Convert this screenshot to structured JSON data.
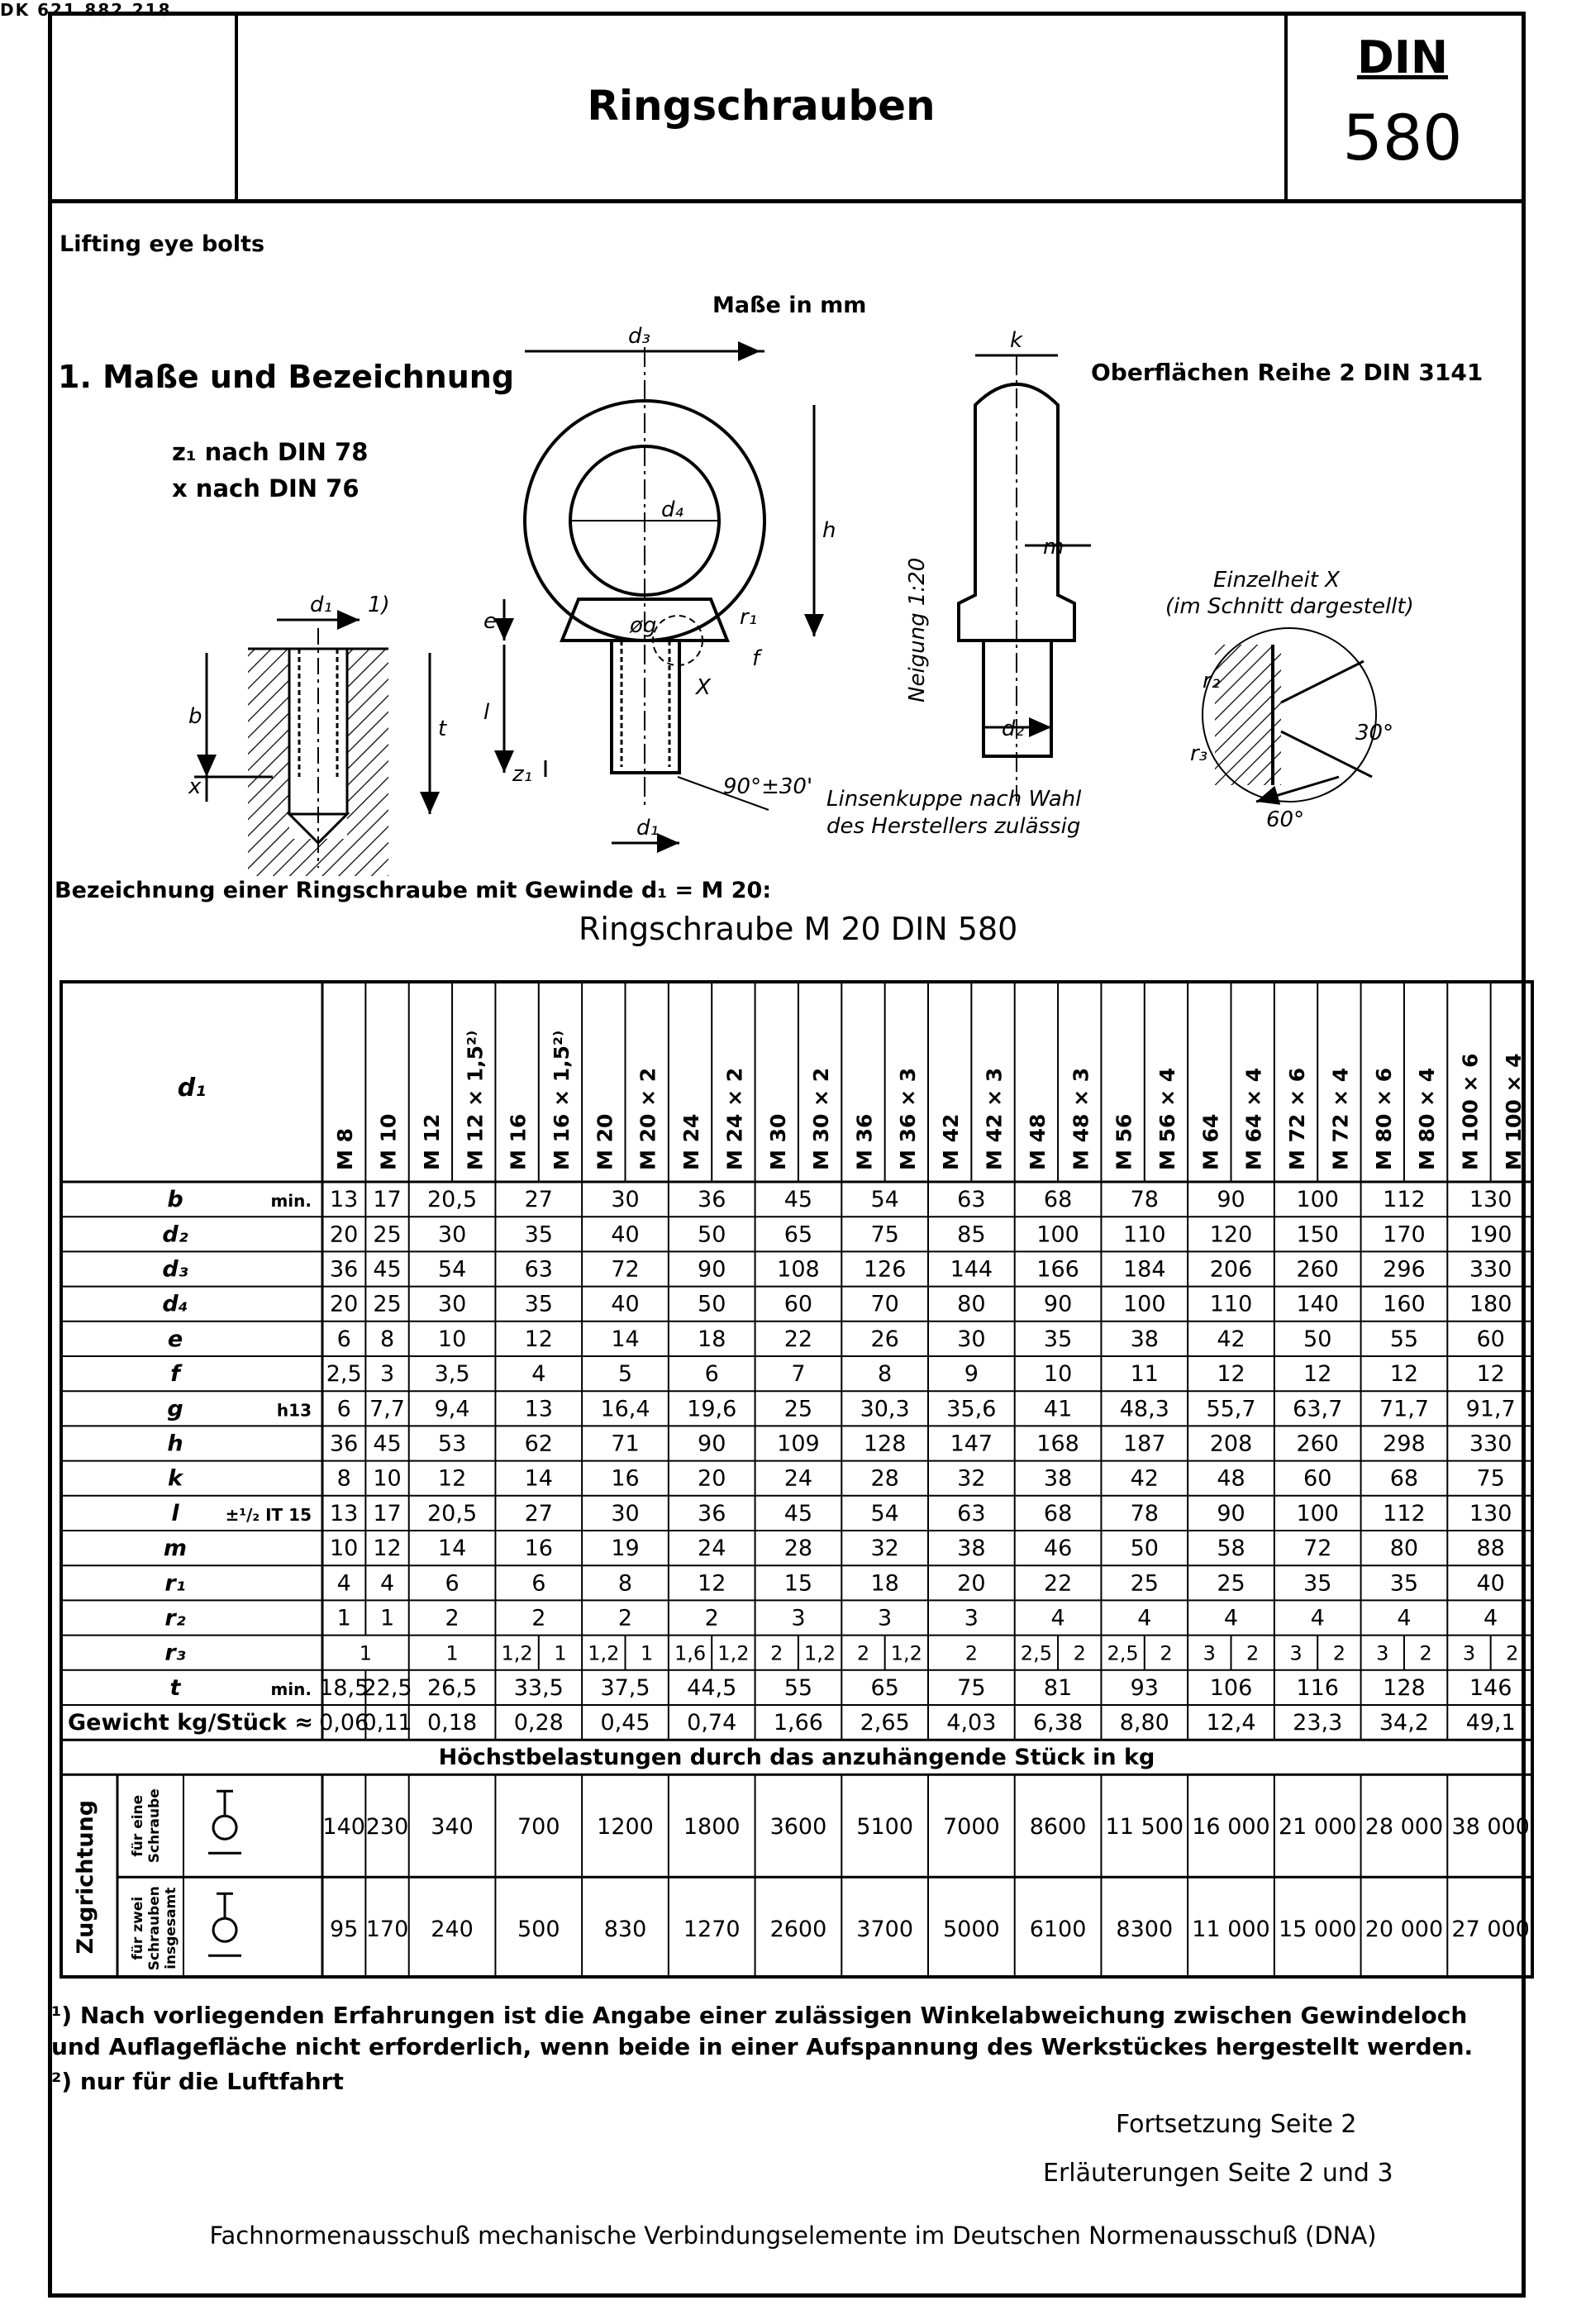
{
  "page_top_label": "DK 621.882.218",
  "header": {
    "title": "Ringschrauben",
    "din_label": "DIN",
    "din_number": "580"
  },
  "subtitle": "Lifting eye bolts",
  "units": "Maße in mm",
  "section": {
    "title": "1. Maße und Bezeichnung",
    "z1_note": "z₁ nach DIN 78",
    "x_note": "x nach DIN 76"
  },
  "surface_note": "Oberflächen Reihe 2 DIN 3141",
  "drawing": {
    "d3": "d₃",
    "d4": "d₄",
    "d1": "d₁",
    "d2": "d₂",
    "h": "h",
    "e": "e",
    "l": "l",
    "z1": "z₁",
    "g": "øg",
    "r1": "r₁",
    "f": "f",
    "X": "X",
    "k": "k",
    "m": "m",
    "b": "b",
    "t": "t",
    "x": "x",
    "footnote_mark": "1)",
    "chamfer": "90°±30'",
    "slope": "Neigung 1:20",
    "lens_note_1": "Linsenkuppe nach Wahl",
    "lens_note_2": "des Herstellers zulässig",
    "detail_title": "Einzelheit X",
    "detail_sub": "(im Schnitt dargestellt)",
    "detail_r2": "r₂",
    "detail_r3": "r₃",
    "angle30": "30°",
    "angle60": "60°"
  },
  "example": {
    "intro": "Bezeichnung einer Ringschraube mit Gewinde d₁ = M 20:",
    "designation": "Ringschraube M 20 DIN 580"
  },
  "table": {
    "d1_label": "d₁",
    "threads": [
      "M 8",
      "M 10",
      "M 12",
      "M 12 × 1,5²⁾",
      "M 16",
      "M 16 × 1,5²⁾",
      "M 20",
      "M 20 × 2",
      "M 24",
      "M 24 × 2",
      "M 30",
      "M 30 × 2",
      "M 36",
      "M 36 × 3",
      "M 42",
      "M 42 × 3",
      "M 48",
      "M 48 × 3",
      "M 56",
      "M 56 × 4",
      "M 64",
      "M 64 × 4",
      "M 72 × 6",
      "M 72 × 4",
      "M 80 × 6",
      "M 80 × 4",
      "M 100 × 6",
      "M 100 × 4"
    ],
    "rows": [
      {
        "label": "b",
        "note": "min.",
        "values": [
          "13",
          "17",
          "20,5",
          "27",
          "30",
          "36",
          "45",
          "54",
          "63",
          "68",
          "78",
          "90",
          "100",
          "112",
          "130"
        ]
      },
      {
        "label": "d₂",
        "note": "",
        "values": [
          "20",
          "25",
          "30",
          "35",
          "40",
          "50",
          "65",
          "75",
          "85",
          "100",
          "110",
          "120",
          "150",
          "170",
          "190"
        ]
      },
      {
        "label": "d₃",
        "note": "",
        "values": [
          "36",
          "45",
          "54",
          "63",
          "72",
          "90",
          "108",
          "126",
          "144",
          "166",
          "184",
          "206",
          "260",
          "296",
          "330"
        ]
      },
      {
        "label": "d₄",
        "note": "",
        "values": [
          "20",
          "25",
          "30",
          "35",
          "40",
          "50",
          "60",
          "70",
          "80",
          "90",
          "100",
          "110",
          "140",
          "160",
          "180"
        ]
      },
      {
        "label": "e",
        "note": "",
        "values": [
          "6",
          "8",
          "10",
          "12",
          "14",
          "18",
          "22",
          "26",
          "30",
          "35",
          "38",
          "42",
          "50",
          "55",
          "60"
        ]
      },
      {
        "label": "f",
        "note": "",
        "values": [
          "2,5",
          "3",
          "3,5",
          "4",
          "5",
          "6",
          "7",
          "8",
          "9",
          "10",
          "11",
          "12",
          "12",
          "12",
          "12"
        ]
      },
      {
        "label": "g",
        "note": "h13",
        "values": [
          "6",
          "7,7",
          "9,4",
          "13",
          "16,4",
          "19,6",
          "25",
          "30,3",
          "35,6",
          "41",
          "48,3",
          "55,7",
          "63,7",
          "71,7",
          "91,7"
        ]
      },
      {
        "label": "h",
        "note": "",
        "values": [
          "36",
          "45",
          "53",
          "62",
          "71",
          "90",
          "109",
          "128",
          "147",
          "168",
          "187",
          "208",
          "260",
          "298",
          "330"
        ]
      },
      {
        "label": "k",
        "note": "",
        "values": [
          "8",
          "10",
          "12",
          "14",
          "16",
          "20",
          "24",
          "28",
          "32",
          "38",
          "42",
          "48",
          "60",
          "68",
          "75"
        ]
      },
      {
        "label": "l",
        "note": "±¹/₂ IT 15",
        "values": [
          "13",
          "17",
          "20,5",
          "27",
          "30",
          "36",
          "45",
          "54",
          "63",
          "68",
          "78",
          "90",
          "100",
          "112",
          "130"
        ]
      },
      {
        "label": "m",
        "note": "",
        "values": [
          "10",
          "12",
          "14",
          "16",
          "19",
          "24",
          "28",
          "32",
          "38",
          "46",
          "50",
          "58",
          "72",
          "80",
          "88"
        ]
      },
      {
        "label": "r₁",
        "note": "",
        "values": [
          "4",
          "4",
          "6",
          "6",
          "8",
          "12",
          "15",
          "18",
          "20",
          "22",
          "25",
          "25",
          "35",
          "35",
          "40"
        ]
      },
      {
        "label": "r₂",
        "note": "",
        "values": [
          "1",
          "1",
          "2",
          "2",
          "2",
          "2",
          "3",
          "3",
          "3",
          "4",
          "4",
          "4",
          "4",
          "4",
          "4"
        ]
      },
      {
        "label": "t",
        "note": "min.",
        "values": [
          "18,5",
          "22,5",
          "26,5",
          "33,5",
          "37,5",
          "44,5",
          "55",
          "65",
          "75",
          "81",
          "93",
          "106",
          "116",
          "128",
          "146"
        ]
      }
    ],
    "r3": {
      "label": "r₃",
      "values": [
        "1",
        "1",
        "1,2",
        "1",
        "1,2",
        "1",
        "1,6",
        "1,2",
        "2",
        "1,2",
        "2",
        "1,2",
        "2",
        "2,5",
        "2",
        "2,5",
        "2",
        "3",
        "2",
        "3",
        "2",
        "3",
        "2",
        "3",
        "2",
        "3",
        "2"
      ]
    },
    "weight": {
      "label": "Gewicht kg/Stück ≈",
      "values": [
        "0,06",
        "0,11",
        "0,18",
        "0,28",
        "0,45",
        "0,74",
        "1,66",
        "2,65",
        "4,03",
        "6,38",
        "8,80",
        "12,4",
        "23,3",
        "34,2",
        "49,1"
      ]
    },
    "loads_title": "Höchstbelastungen durch das anzuhängende Stück in kg",
    "direction_label": "Zugrichtung",
    "single_label_1": "für eine",
    "single_label_2": "Schraube",
    "single_values": [
      "140",
      "230",
      "340",
      "700",
      "1200",
      "1800",
      "3600",
      "5100",
      "7000",
      "8600",
      "11 500",
      "16 000",
      "21 000",
      "28 000",
      "38 000"
    ],
    "pair_label_1": "für zwei",
    "pair_label_2": "Schrauben",
    "pair_label_3": "insgesamt",
    "pair_values": [
      "95",
      "170",
      "240",
      "500",
      "830",
      "1270",
      "2600",
      "3700",
      "5000",
      "6100",
      "8300",
      "11 000",
      "15 000",
      "20 000",
      "27 000"
    ]
  },
  "footnotes": {
    "fn1_mark": "¹)",
    "fn1": "Nach vorliegenden Erfahrungen ist die Angabe einer zulässigen Winkelabweichung zwischen Gewindeloch und Auflagefläche nicht erforderlich, wenn beide in einer Aufspannung des Werkstückes hergestellt werden.",
    "fn2_mark": "²)",
    "fn2": "nur für die Luftfahrt"
  },
  "continuation": "Fortsetzung Seite 2",
  "explanations": "Erläuterungen Seite 2 und 3",
  "footer": "Fachnormenausschuß mechanische Verbindungselemente im Deutschen Normenausschuß (DNA)"
}
